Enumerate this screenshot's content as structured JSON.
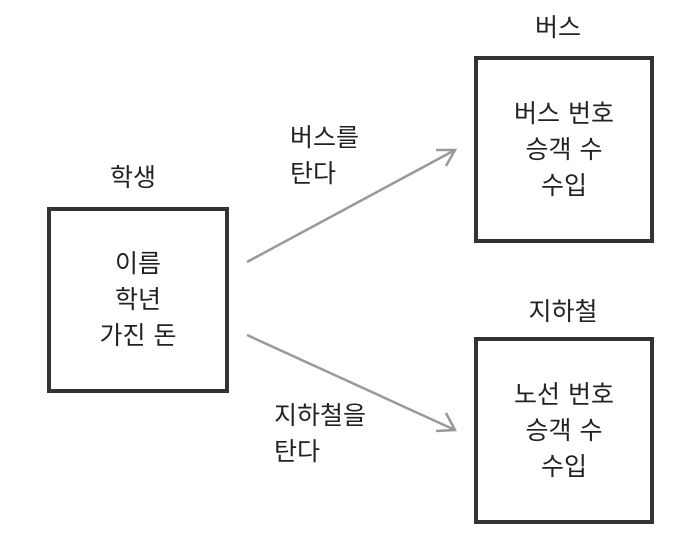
{
  "student": {
    "title": "학생",
    "fields": [
      "이름",
      "학년",
      "가진 돈"
    ]
  },
  "bus": {
    "title": "버스",
    "fields": [
      "버스 번호",
      "승객 수",
      "수입"
    ]
  },
  "subway": {
    "title": "지하철",
    "fields": [
      "노선 번호",
      "승객 수",
      "수입"
    ]
  },
  "arrows": {
    "to_bus": [
      "버스를",
      "탄다"
    ],
    "to_subway": [
      "지하철을",
      "탄다"
    ]
  }
}
